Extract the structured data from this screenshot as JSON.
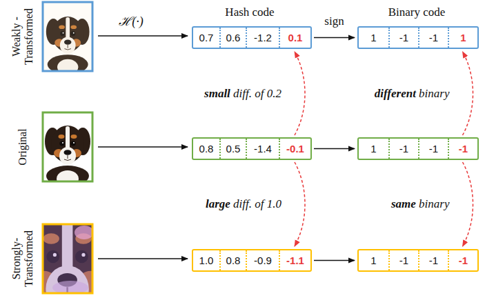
{
  "diagram": {
    "nodes": [
      {
        "text": [
          "0.7",
          "0.6",
          "-1.2",
          "0.1"
        ]
      },
      {
        "text": [
          "1",
          "-1",
          "-1",
          "1"
        ]
      },
      {
        "text": [
          "0.8",
          "0.5",
          "-1.4",
          "-0.1"
        ]
      },
      {
        "text": [
          "1",
          "-1",
          "-1",
          "-1"
        ]
      },
      {
        "text": [
          "1.0",
          "0.8",
          "-0.9",
          "-1.1"
        ]
      },
      {
        "text": [
          "1",
          "-1",
          "-1",
          "-1"
        ]
      }
    ],
    "edges": [
      {
        "from": 0,
        "to": 1,
        "label": "sign",
        "arrow": "to"
      },
      {
        "from": 2,
        "to": 3,
        "arrow": "to"
      },
      {
        "from": 4,
        "to": 5,
        "arrow": "to"
      },
      {
        "from": 2,
        "to": 0,
        "label": "small diff. of 0.2",
        "arrow": "to"
      },
      {
        "from": 3,
        "to": 1,
        "label": "different binary",
        "arrow": "to"
      },
      {
        "from": 2,
        "to": 4,
        "label": "large diff. of 1.0",
        "arrow": "to"
      },
      {
        "from": 3,
        "to": 5,
        "label": "same binary",
        "arrow": "to"
      }
    ],
    "labels": [
      "Weakly - Transformed",
      "Original",
      "Strongly- Transformed",
      "ℋ(·)",
      "Hash code",
      "Binary code"
    ]
  }
}
